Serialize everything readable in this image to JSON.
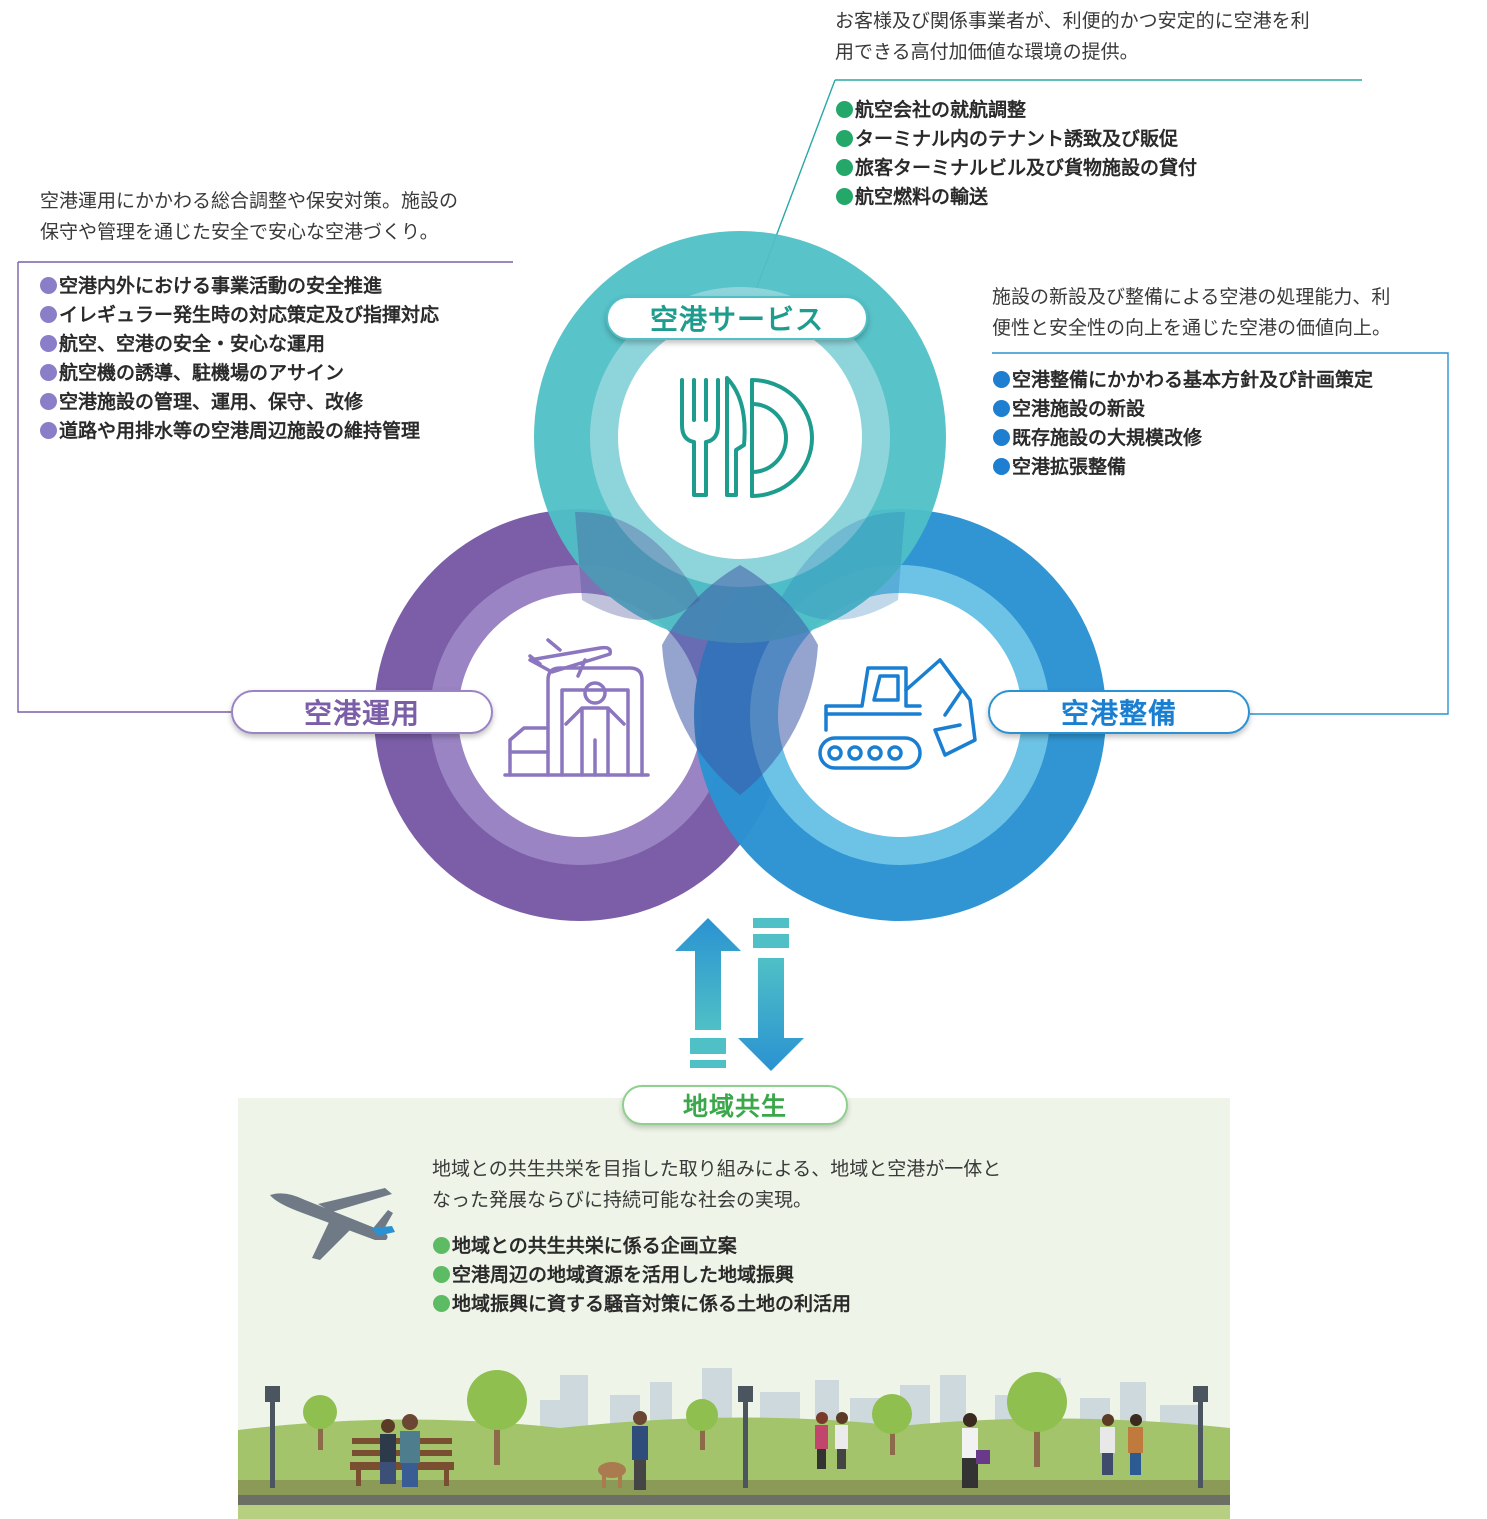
{
  "service": {
    "label": "空港サービス",
    "desc_lines": [
      "お客様及び関係事業者が、利便的かつ安定的に空港を利",
      "用できる高付加価値な環境の提供。"
    ],
    "items": [
      "航空会社の就航調整",
      "ターミナル内のテナント誘致及び販促",
      "旅客ターミナルビル及び貨物施設の貸付",
      "航空燃料の輸送"
    ],
    "color": "#4fc0c6",
    "icon": "cutlery-plate-icon"
  },
  "operation": {
    "label": "空港運用",
    "desc_lines": [
      "空港運用にかかわる総合調整や保安対策。施設の",
      "保守や管理を通じた安全で安心な空港づくり。"
    ],
    "items": [
      "空港内外における事業活動の安全推進",
      "イレギュラー発生時の対応策定及び指揮対応",
      "航空、空港の安全・安心な運用",
      "航空機の誘導、駐機場のアサイン",
      "空港施設の管理、運用、保守、改修",
      "道路や用排水等の空港周辺施設の維持管理"
    ],
    "color": "#7b5ea7",
    "icon": "security-gate-icon"
  },
  "maintenance": {
    "label": "空港整備",
    "desc_lines": [
      "施設の新設及び整備による空港の処理能力、利",
      "便性と安全性の向上を通じた空港の価値向上。"
    ],
    "items": [
      "空港整備にかかわる基本方針及び計画策定",
      "空港施設の新設",
      "既存施設の大規模改修",
      "空港拡張整備"
    ],
    "color": "#2a92d2",
    "icon": "excavator-icon"
  },
  "community": {
    "label": "地域共生",
    "desc_lines": [
      "地域との共生共栄を目指した取り組みによる、地域と空港が一体と",
      "なった発展ならびに持続可能な社会の実現。"
    ],
    "items": [
      "地域との共生共栄に係る企画立案",
      "空港周辺の地域資源を活用した地域振興",
      "地域振興に資する騒音対策に係る土地の利活用"
    ],
    "color": "#5dbb63",
    "icon": "airplane-icon"
  }
}
